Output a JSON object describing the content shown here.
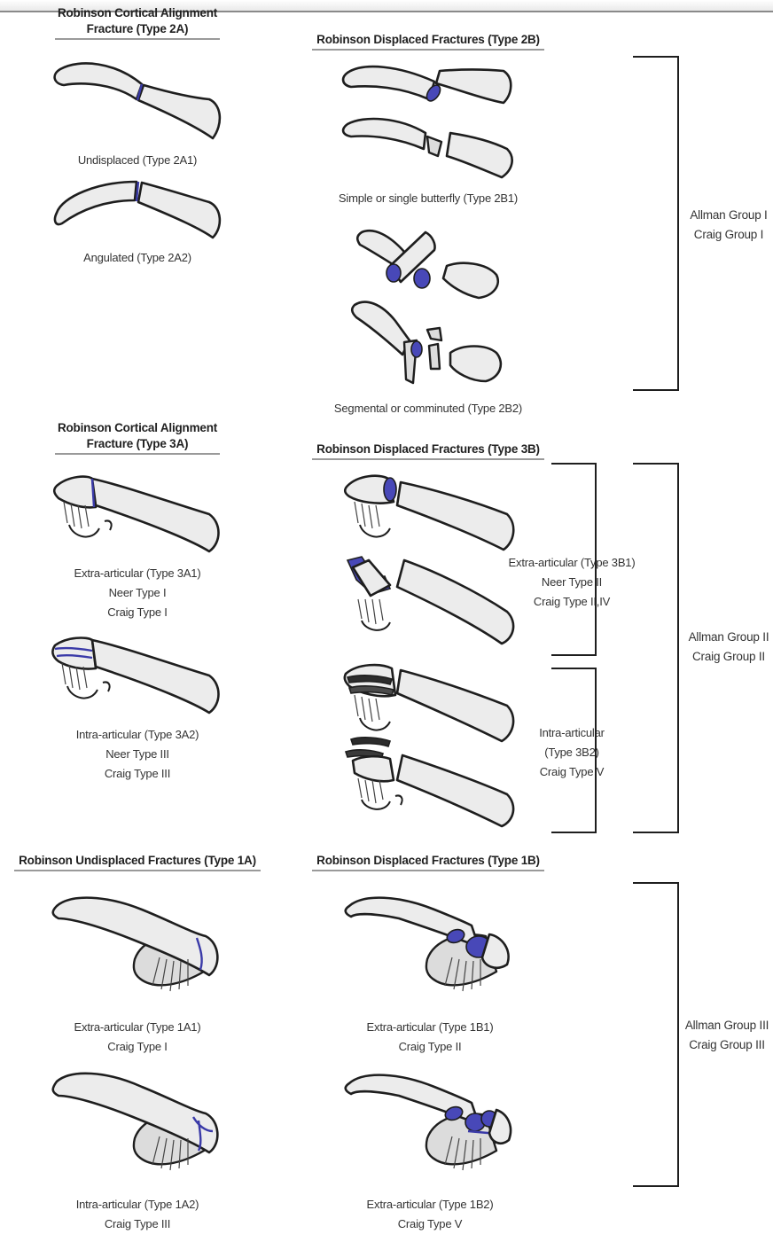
{
  "headers": {
    "t2a_line1": "Robinson Cortical Alignment",
    "t2a_line2": "Fracture (Type 2A)",
    "t2b": "Robinson Displaced Fractures (Type 2B)",
    "t3a_line1": "Robinson Cortical Alignment",
    "t3a_line2": "Fracture (Type 3A)",
    "t3b": "Robinson Displaced Fractures (Type 3B)",
    "t1a": "Robinson Undisplaced Fractures (Type 1A)",
    "t1b": "Robinson Displaced Fractures (Type 1B)"
  },
  "captions": {
    "c2a1": "Undisplaced (Type 2A1)",
    "c2a2": "Angulated (Type 2A2)",
    "c2b1": "Simple or single butterfly (Type 2B1)",
    "c2b2": "Segmental or comminuted (Type 2B2)",
    "c3a1": [
      "Extra-articular (Type 3A1)",
      "Neer Type I",
      "Craig Type I"
    ],
    "c3a2": [
      "Intra-articular (Type 3A2)",
      "Neer Type III",
      "Craig Type III"
    ],
    "c3b1": [
      "Extra-articular (Type 3B1)",
      "Neer Type II",
      "Craig Type II,IV"
    ],
    "c3b2": [
      "Intra-articular",
      "(Type 3B2)",
      "Craig Type V"
    ],
    "c1a1": [
      "Extra-articular (Type 1A1)",
      "Craig Type I"
    ],
    "c1a2": [
      "Intra-articular (Type 1A2)",
      "Craig Type III"
    ],
    "c1b1": [
      "Extra-articular (Type 1B1)",
      "Craig Type II"
    ],
    "c1b2": [
      "Extra-articular (Type 1B2)",
      "Craig Type V"
    ]
  },
  "groups": {
    "g1": [
      "Allman Group I",
      "Craig Group I"
    ],
    "g2": [
      "Allman Group II",
      "Craig Group II"
    ],
    "g3": [
      "Allman Group III",
      "Craig Group III"
    ]
  },
  "colors": {
    "fragment": "#4848b8",
    "bone": "#ececec",
    "outline": "#1e1e1e"
  }
}
